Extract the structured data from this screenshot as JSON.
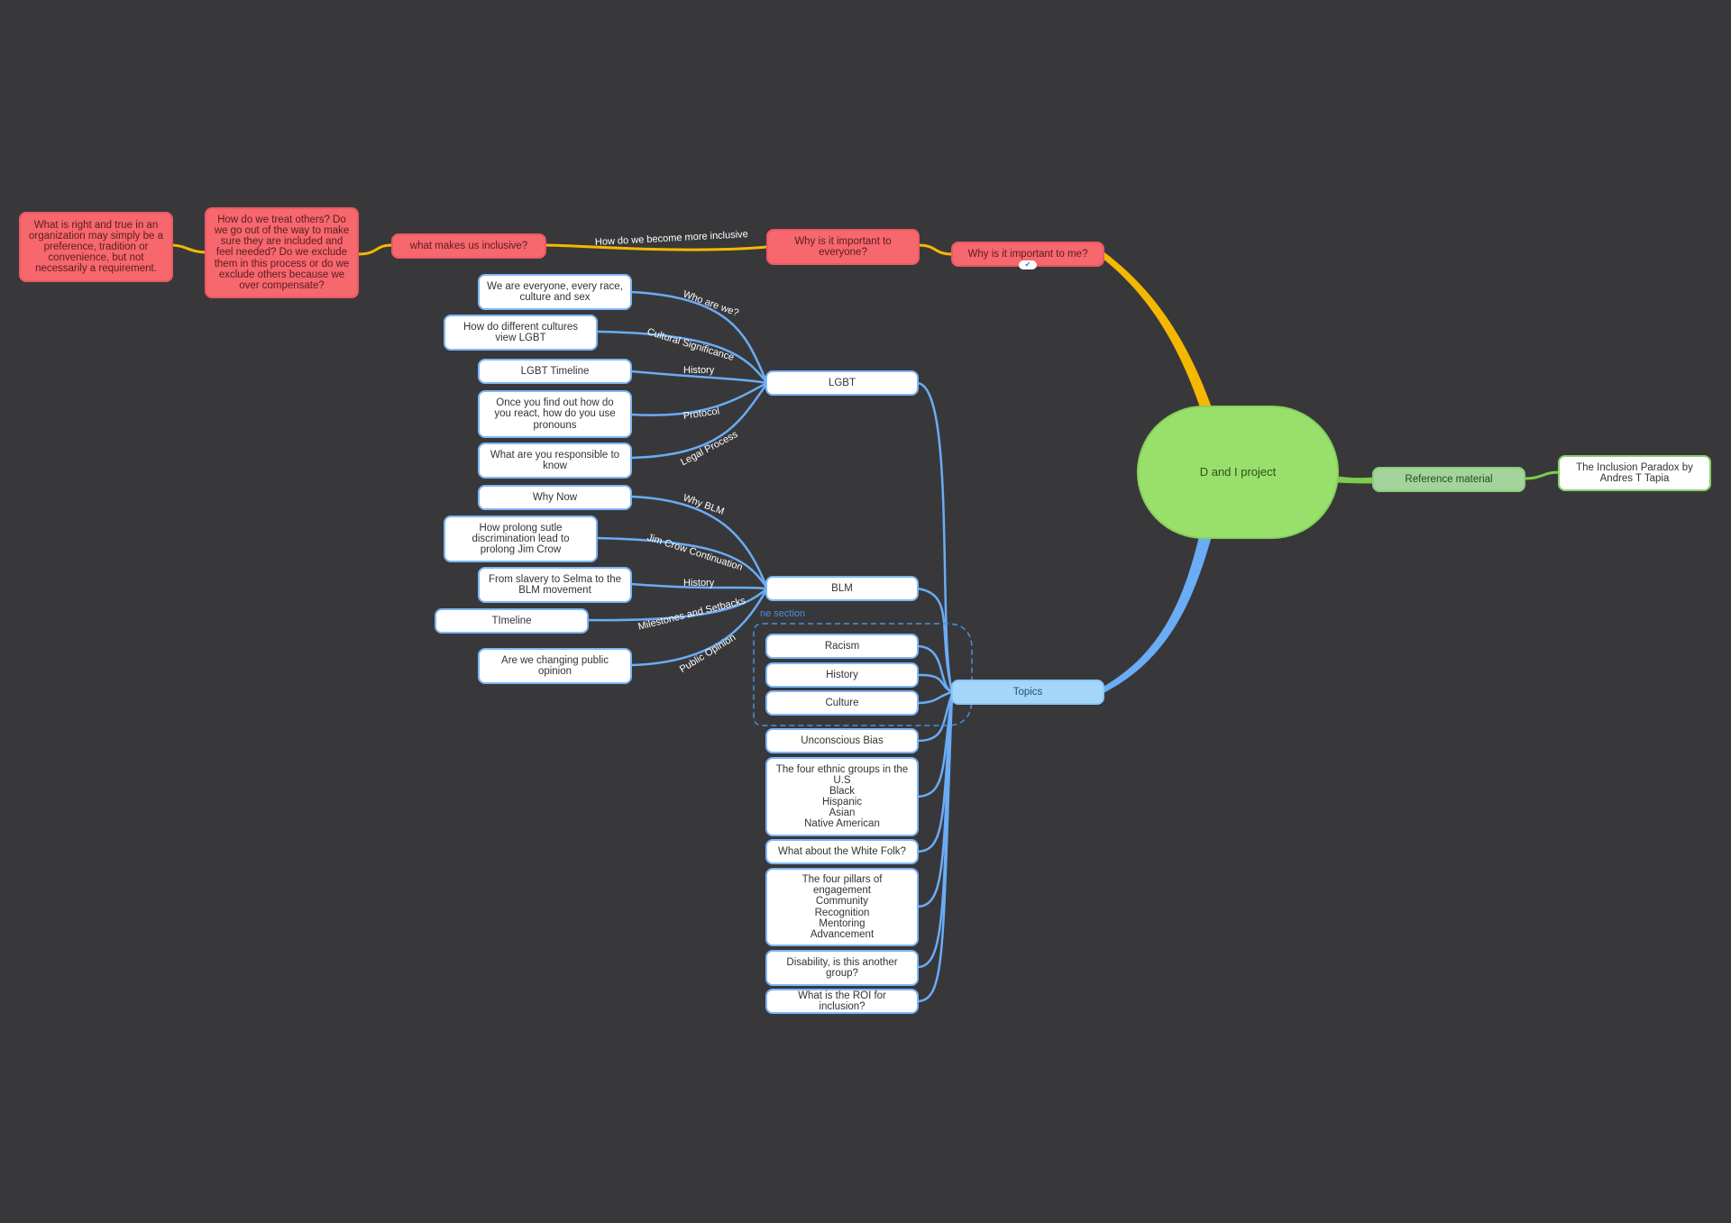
{
  "root": {
    "label": "D and I project"
  },
  "topics": {
    "label": "Topics"
  },
  "reference": {
    "label": "Reference material",
    "item": "The Inclusion Paradox by\nAndres T Tapia"
  },
  "why_chain": {
    "why_me": "Why is it important to me?",
    "why_everyone": "Why is it important to\neveryone?",
    "become_label": "How do we become more inclusive",
    "inclusive": "what makes us inclusive?",
    "treat": "How do we treat others? Do\nwe go out of the way to make\nsure they are included and\nfeel needed? Do we exclude\nthem in this process or do we\nexclude others because we\nover compensate?",
    "right": "What is right and true in an\norganization may simply be a\npreference, tradition or\nconvenience, but not\nnecessarily a requirement."
  },
  "lgbt": {
    "label": "LGBT",
    "children": [
      {
        "edge": "Who are we?",
        "text": "We are everyone, every race,\nculture and sex"
      },
      {
        "edge": "Cultural Significance",
        "text": "How do different cultures\nview LGBT"
      },
      {
        "edge": "History",
        "text": "LGBT Timeline"
      },
      {
        "edge": "Protocol",
        "text": "Once you find out how do\nyou react, how do you use\npronouns"
      },
      {
        "edge": "Legal Process",
        "text": "What are you responsible to\nknow"
      }
    ]
  },
  "blm": {
    "label": "BLM",
    "children": [
      {
        "edge": "Why BLM",
        "text": "Why Now"
      },
      {
        "edge": "Jim Crow Continuation",
        "text": "How prolong sutle\ndiscrimination lead to\nprolong Jim Crow"
      },
      {
        "edge": "History",
        "text": "From slavery to Selma to the\nBLM movement"
      },
      {
        "edge": "Milestones and Setbacks",
        "text": "TImeline"
      },
      {
        "edge": "Public Opinion",
        "text": "Are we changing public\nopinion"
      }
    ]
  },
  "section": {
    "label": "ne section",
    "items": [
      "Racism",
      "History",
      "Culture"
    ]
  },
  "other_topics": [
    "Unconscious Bias",
    "The four ethnic groups in the\nU.S\nBlack\nHispanic\nAsian\nNative American",
    "What about the White Folk?",
    "The four pillars of\nengagement\nCommunity\nRecognition\nMentoring\nAdvancement",
    "Disability, is this another\ngroup?",
    "What is the ROI for inclusion?"
  ],
  "colors": {
    "background": "#38383b",
    "branch_orange": "#f5b800",
    "branch_blue": "#6aacf5",
    "branch_green": "#7ccd4a",
    "red_node": "#f6676e",
    "root_green": "#98e06b"
  },
  "icons": {
    "why_me_badge": "check-icon"
  }
}
